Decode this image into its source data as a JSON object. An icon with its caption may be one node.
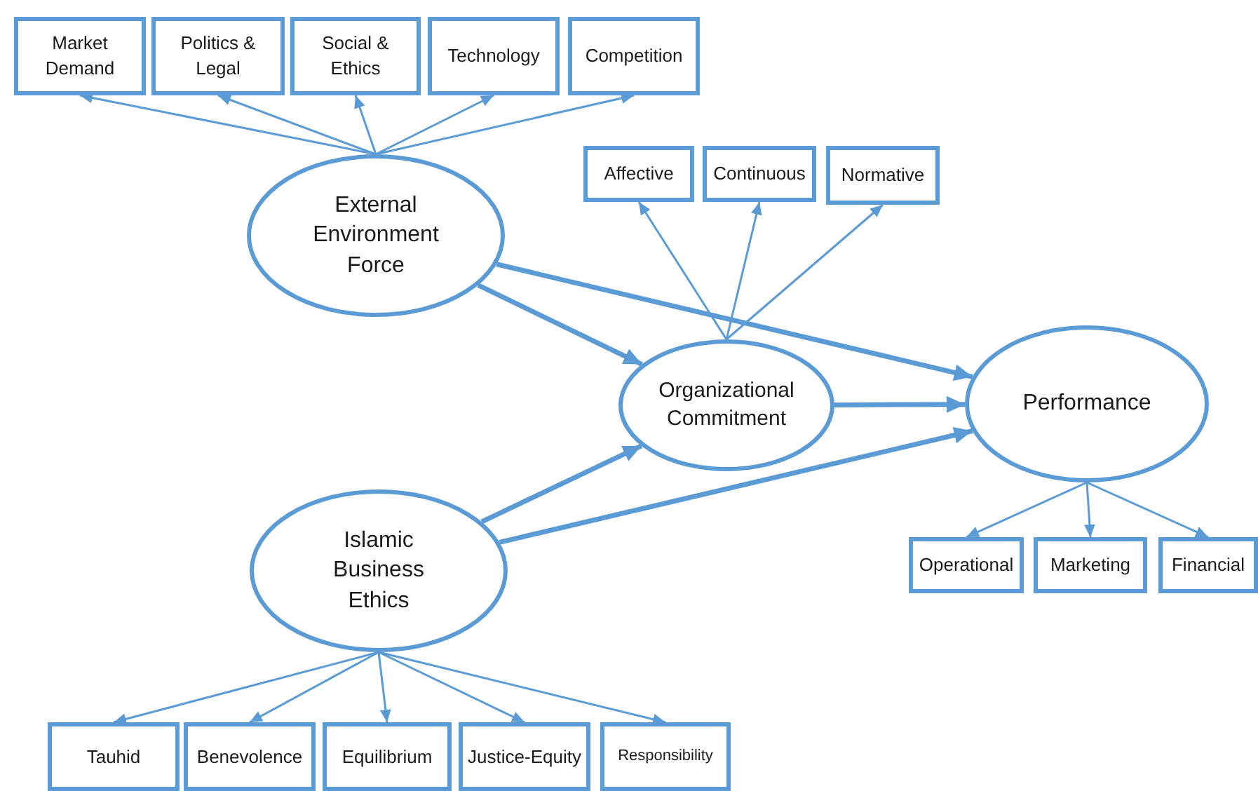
{
  "diagram": {
    "nodes": [
      {
        "text": [
          "Market Demand"
        ]
      },
      {
        "text": [
          "Politics & Legal"
        ]
      },
      {
        "text": [
          "Social & Ethics"
        ]
      },
      {
        "text": [
          "Technology"
        ]
      },
      {
        "text": [
          "Competition"
        ]
      },
      {
        "text": [
          "External Environment Force"
        ]
      },
      {
        "text": [
          "Affective"
        ]
      },
      {
        "text": [
          "Continuous"
        ]
      },
      {
        "text": [
          "Normative"
        ]
      },
      {
        "text": [
          "Organizational Commitment"
        ]
      },
      {
        "text": [
          "Performance"
        ]
      },
      {
        "text": [
          "Islamic Business Ethics"
        ]
      },
      {
        "text": [
          "Operational"
        ]
      },
      {
        "text": [
          "Marketing"
        ]
      },
      {
        "text": [
          "Financial"
        ]
      },
      {
        "text": [
          "Tauhid"
        ]
      },
      {
        "text": [
          "Benevolence"
        ]
      },
      {
        "text": [
          "Equilibrium"
        ]
      },
      {
        "text": [
          "Justice-Equity"
        ]
      },
      {
        "text": [
          "Responsibility"
        ]
      }
    ],
    "edges": [
      {
        "from": 5,
        "to": 0,
        "arrow": "to"
      },
      {
        "from": 5,
        "to": 1,
        "arrow": "to"
      },
      {
        "from": 5,
        "to": 2,
        "arrow": "to"
      },
      {
        "from": 5,
        "to": 3,
        "arrow": "to"
      },
      {
        "from": 5,
        "to": 4,
        "arrow": "to"
      },
      {
        "from": 9,
        "to": 6,
        "arrow": "to"
      },
      {
        "from": 9,
        "to": 7,
        "arrow": "to"
      },
      {
        "from": 9,
        "to": 8,
        "arrow": "to"
      },
      {
        "from": 5,
        "to": 9,
        "arrow": "to",
        "style": "thick"
      },
      {
        "from": 5,
        "to": 10,
        "arrow": "to",
        "style": "thick"
      },
      {
        "from": 11,
        "to": 9,
        "arrow": "to",
        "style": "thick"
      },
      {
        "from": 11,
        "to": 10,
        "arrow": "to",
        "style": "thick"
      },
      {
        "from": 9,
        "to": 10,
        "arrow": "to",
        "style": "thick"
      },
      {
        "from": 10,
        "to": 12,
        "arrow": "to"
      },
      {
        "from": 10,
        "to": 13,
        "arrow": "to"
      },
      {
        "from": 10,
        "to": 14,
        "arrow": "to"
      },
      {
        "from": 11,
        "to": 15,
        "arrow": "to"
      },
      {
        "from": 11,
        "to": 16,
        "arrow": "to"
      },
      {
        "from": 11,
        "to": 17,
        "arrow": "to"
      },
      {
        "from": 11,
        "to": 18,
        "arrow": "to"
      },
      {
        "from": 11,
        "to": 19,
        "arrow": "to"
      }
    ]
  }
}
